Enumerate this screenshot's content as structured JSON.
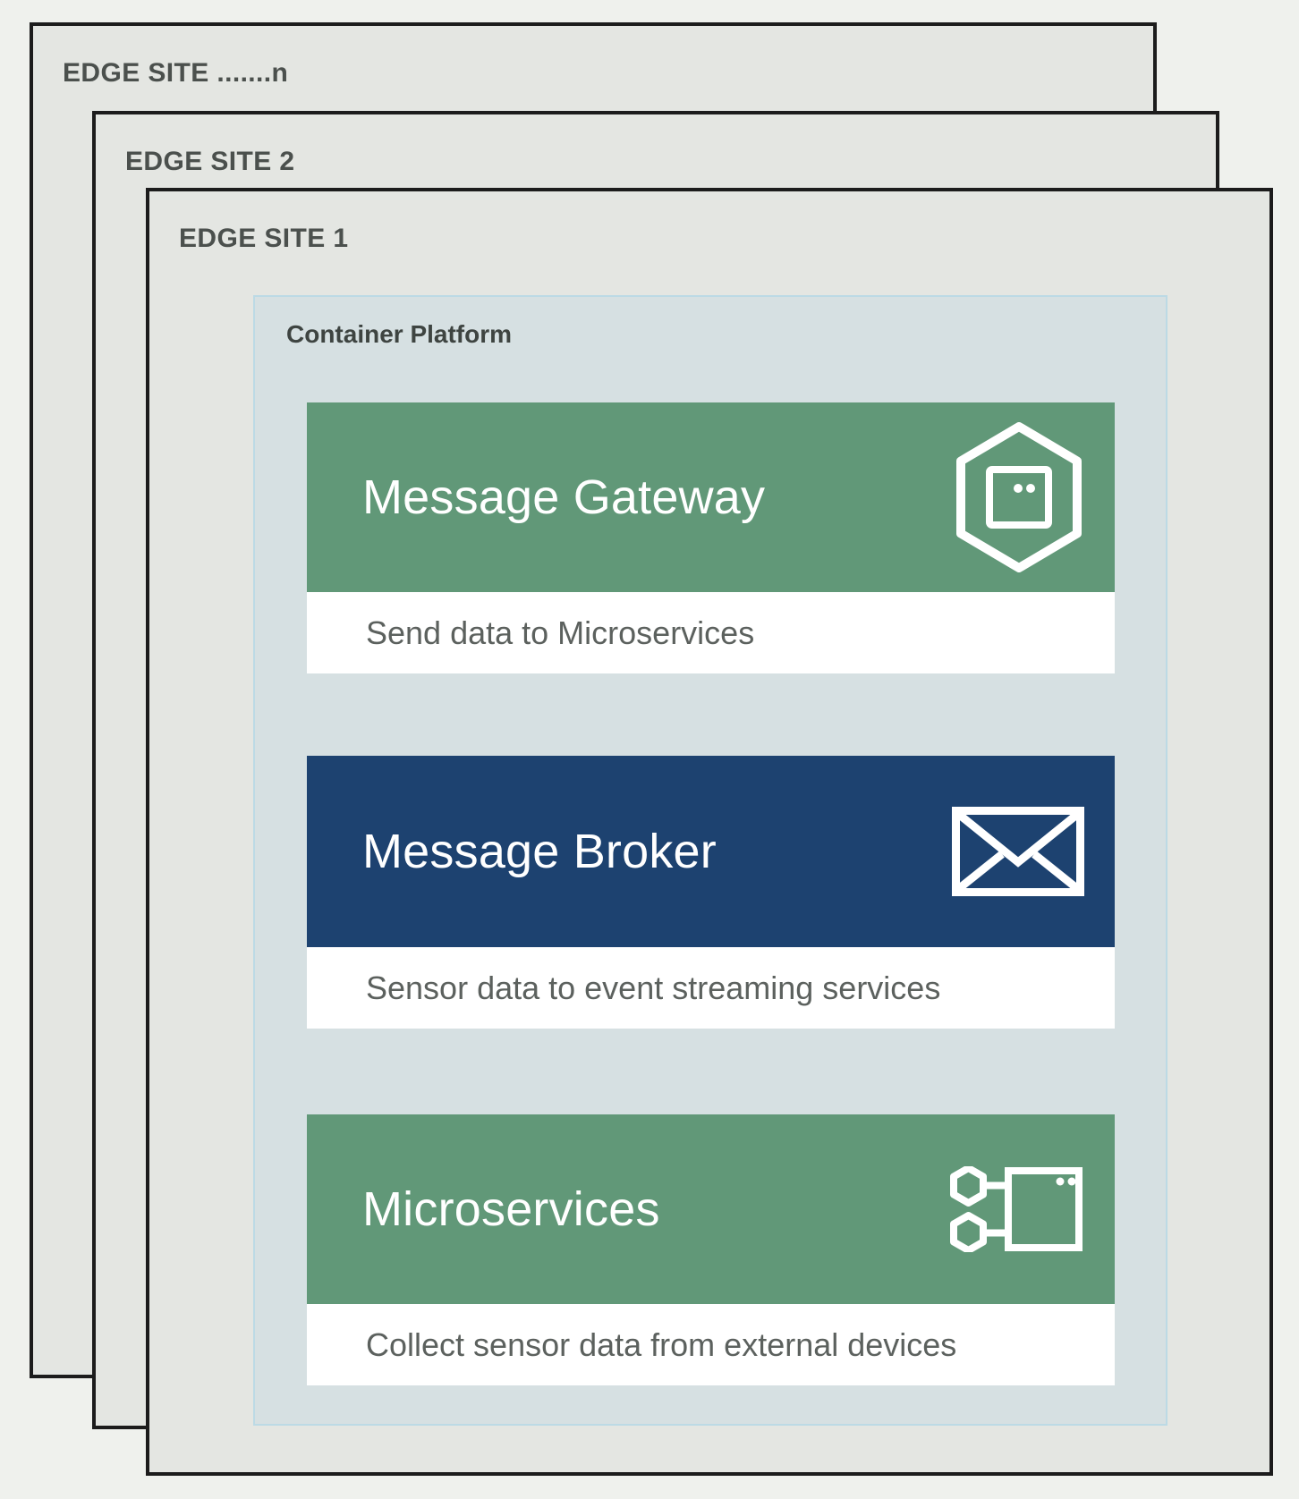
{
  "page": {
    "background": "#eff1ed"
  },
  "sites": [
    {
      "label": "EDGE SITE .......n"
    },
    {
      "label": "EDGE SITE 2"
    },
    {
      "label": "EDGE SITE 1"
    }
  ],
  "container_platform": {
    "label": "Container Platform",
    "background": "#d6e0e2",
    "border_color": "#bcdae5"
  },
  "components": [
    {
      "title": "Message Gateway",
      "caption": "Send data to Microservices",
      "color": "#619878",
      "icon": "pod-hexagon-icon"
    },
    {
      "title": "Message Broker",
      "caption": "Sensor data to event streaming services",
      "color": "#1d4270",
      "icon": "envelope-icon"
    },
    {
      "title": "Microservices",
      "caption": "Collect sensor data from external devices",
      "color": "#619878",
      "icon": "microservices-icon"
    }
  ],
  "colors": {
    "site_fill": "#e4e6e2",
    "site_border": "#1c1c1c",
    "site_label_text": "#4b504d",
    "container_label_text": "#3e4441",
    "green": "#619878",
    "blue": "#1d4270",
    "title_text": "#ffffff",
    "caption_text": "#5c615e",
    "icon_stroke": "#ffffff"
  }
}
